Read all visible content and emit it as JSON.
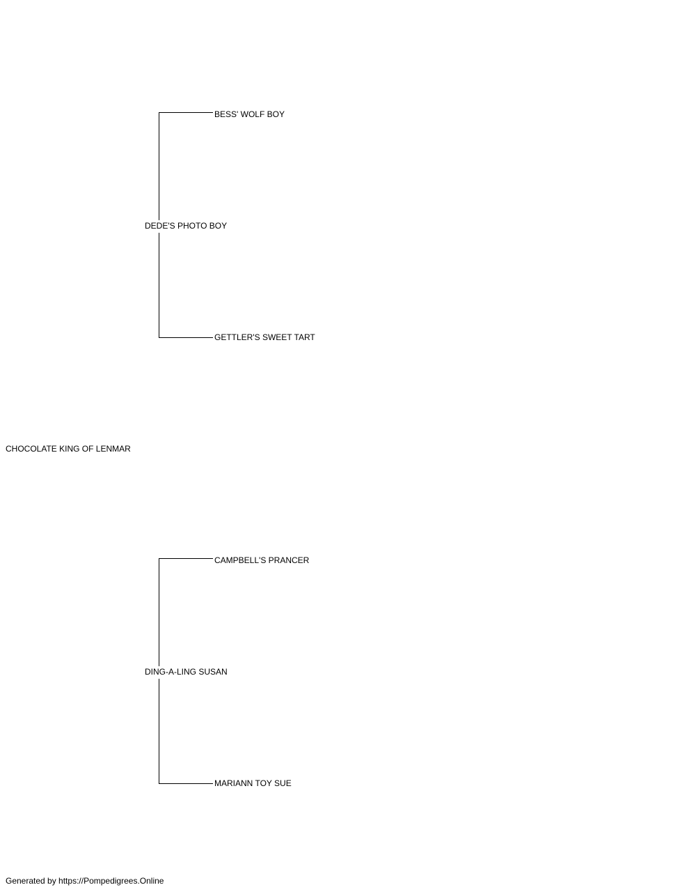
{
  "pedigree": {
    "subject": "CHOCOLATE KING OF LENMAR",
    "sire": {
      "name": "DEDE'S PHOTO BOY",
      "sire": "BESS' WOLF BOY",
      "dam": "GETTLER'S SWEET TART"
    },
    "dam": {
      "name": "DING-A-LING SUSAN",
      "sire": "CAMPBELL'S PRANCER",
      "dam": "MARIANN TOY SUE"
    }
  },
  "footer": "Generated by https://Pompedigrees.Online"
}
